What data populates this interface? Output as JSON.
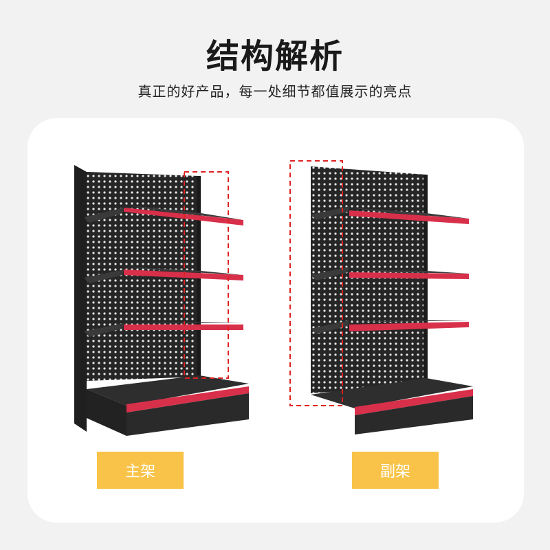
{
  "header": {
    "title": "结构解析",
    "subtitle": "真正的好产品，每一处细节都值展示的亮点"
  },
  "products": [
    {
      "label": "主架"
    },
    {
      "label": "副架"
    }
  ],
  "colors": {
    "background": "#f2f2f2",
    "card": "#ffffff",
    "shelf_body": "#2b2b2b",
    "shelf_accent": "#d8304a",
    "label_bg": "#f8c348",
    "highlight_box": "#e02020"
  }
}
